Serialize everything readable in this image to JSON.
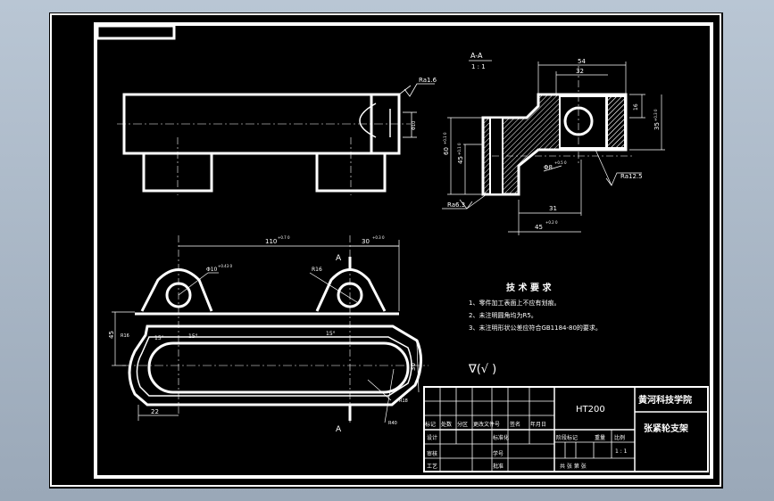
{
  "section": {
    "label": "A-A",
    "scale": "1 : 1",
    "cut_letter": "A"
  },
  "dimensions": {
    "top_54": "54",
    "top_32": "32",
    "right_16": "16",
    "right_35": "35",
    "right_35_tol": "+0.3  0",
    "left_60": "60",
    "left_60_tol": "+0.1  0",
    "left_45": "45",
    "left_45_tol": "+0.1  0",
    "hole_80": "Φ8",
    "hole_80_tol": "+0.5  0",
    "bottom_31": "31",
    "bottom_45": "45",
    "bottom_45_tol": "+0.2  0",
    "plan_110": "110",
    "plan_110_tol": "+0.7  0",
    "plan_30": "30",
    "plan_30_tol": "+0.3  0",
    "hole_phi": "Φ10",
    "hole_phi_tol": "+0.43  0",
    "r16_right": "R16",
    "left_45v": "45",
    "r16_left": "R16",
    "angle_15a": "15°",
    "angle_15b": "15°",
    "angle_15c": "15°",
    "bottom_22": "22",
    "right_30": "30",
    "r18": "R18",
    "r40": "R40",
    "front_small": "Φ10"
  },
  "roughness": {
    "top": "Ra1.6",
    "right": "Ra12.5",
    "left": "Ra6.3",
    "global": "∇(√ )"
  },
  "requirements": {
    "title": "技  术  要  求",
    "items": [
      "1、零件加工表面上不应有划痕。",
      "2、未注明圆角均为R5。",
      "3、未注明形状公差应符合GB1184-80的要求。"
    ]
  },
  "title_block": {
    "material": "HT200",
    "school": "黄河科技学院",
    "part_name": "张紧轮支架",
    "cols": [
      "标记",
      "处数",
      "分区",
      "更改文件号",
      "签名",
      "年月日"
    ],
    "rows": [
      "设计",
      "标准化",
      "审核",
      "学号",
      "工艺",
      "批准"
    ],
    "stage_labels": [
      "阶段标记",
      "重量",
      "比例"
    ],
    "scale_value": "1 : 1",
    "sheet": "共  张  第  张"
  },
  "colors": {
    "background": "#000000",
    "lines": "#ffffff",
    "desktop": "#a8b5c3"
  }
}
